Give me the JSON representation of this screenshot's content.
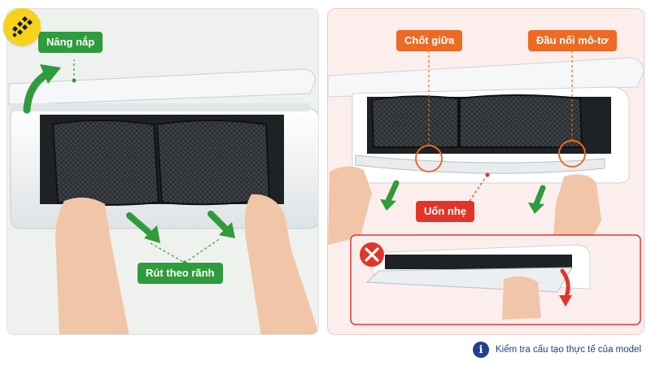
{
  "left_panel": {
    "lift_cover_label": "Nâng nắp",
    "slide_out_label": "Rút theo rãnh"
  },
  "right_panel": {
    "center_latch_label": "Chốt giữa",
    "motor_connector_label": "Đầu nối mô-tơ",
    "bend_gently_label": "Uốn nhẹ"
  },
  "footer": {
    "note": "Kiểm tra cấu tạo thực tế của model",
    "info_icon_glyph": "i"
  },
  "colors": {
    "green_accent": "#2e9b3c",
    "orange_accent": "#ec6a24",
    "red_accent": "#e2352a",
    "info_blue": "#1f3f8f",
    "logo_yellow": "#f7d21a"
  },
  "icons": [
    "logo-icon",
    "arrow-up-curved-icon",
    "arrow-down-icon",
    "wrong-x-icon",
    "info-icon"
  ]
}
